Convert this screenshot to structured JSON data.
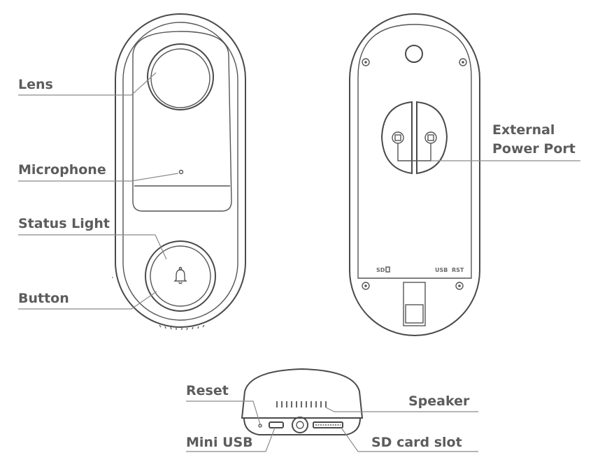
{
  "front_labels": {
    "lens": "Lens",
    "microphone": "Microphone",
    "status_light": "Status Light",
    "button": "Button"
  },
  "back_labels": {
    "external_power_line1": "External",
    "external_power_line2": "Power Port",
    "sd_marking": "SD",
    "usb_marking": "USB",
    "rst_marking": "RST"
  },
  "bottom_labels": {
    "reset": "Reset",
    "mini_usb": "Mini USB",
    "speaker": "Speaker",
    "sd_card_slot": "SD card slot"
  },
  "icons": {
    "doorbell_button": "bell-icon"
  }
}
